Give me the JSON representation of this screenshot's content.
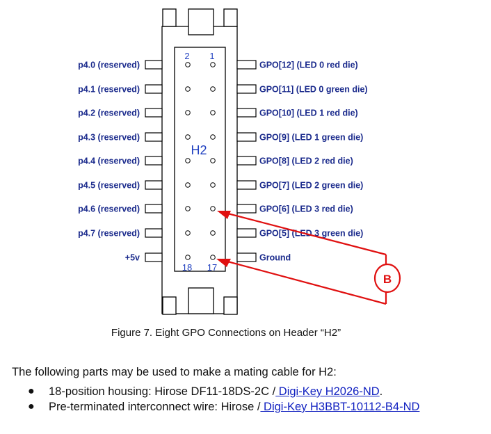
{
  "header": {
    "label": "H2",
    "pin_numbers_top": [
      "2",
      "1"
    ],
    "pin_numbers_bottom": [
      "18",
      "17"
    ]
  },
  "left_labels": [
    "p4.0 (reserved)",
    "p4.1 (reserved)",
    "p4.2 (reserved)",
    "p4.3 (reserved)",
    "p4.4 (reserved)",
    "p4.5 (reserved)",
    "p4.6 (reserved)",
    "p4.7 (reserved)",
    "+5v"
  ],
  "right_labels": [
    "GPO[12] (LED 0 red die)",
    "GPO[11] (LED 0 green die)",
    "GPO[10] (LED 1 red die)",
    "GPO[9] (LED 1 green die)",
    "GPO[8] (LED 2 red die)",
    "GPO[7] (LED 2 green die)",
    "GPO[6] (LED 3 red die)",
    "GPO[5] (LED 3 green die)",
    "Ground"
  ],
  "annotation": {
    "marker": "B",
    "color": "#e01010"
  },
  "caption": "Figure 7. Eight GPO Connections on Header “H2”",
  "intro": "The following parts may be used to make a mating cable for H2:",
  "parts": [
    {
      "text": "18-position housing: Hirose DF11-18DS-2C /",
      "link": " Digi-Key H2026-ND",
      "suffix": "."
    },
    {
      "text": "Pre-terminated interconnect wire: Hirose /",
      "link": " Digi-Key H3BBT-10112-B4-ND",
      "suffix": ""
    }
  ],
  "colors": {
    "label_blue": "#1a2a8c",
    "link_blue": "#1020c0",
    "annotation_red": "#e01010"
  }
}
